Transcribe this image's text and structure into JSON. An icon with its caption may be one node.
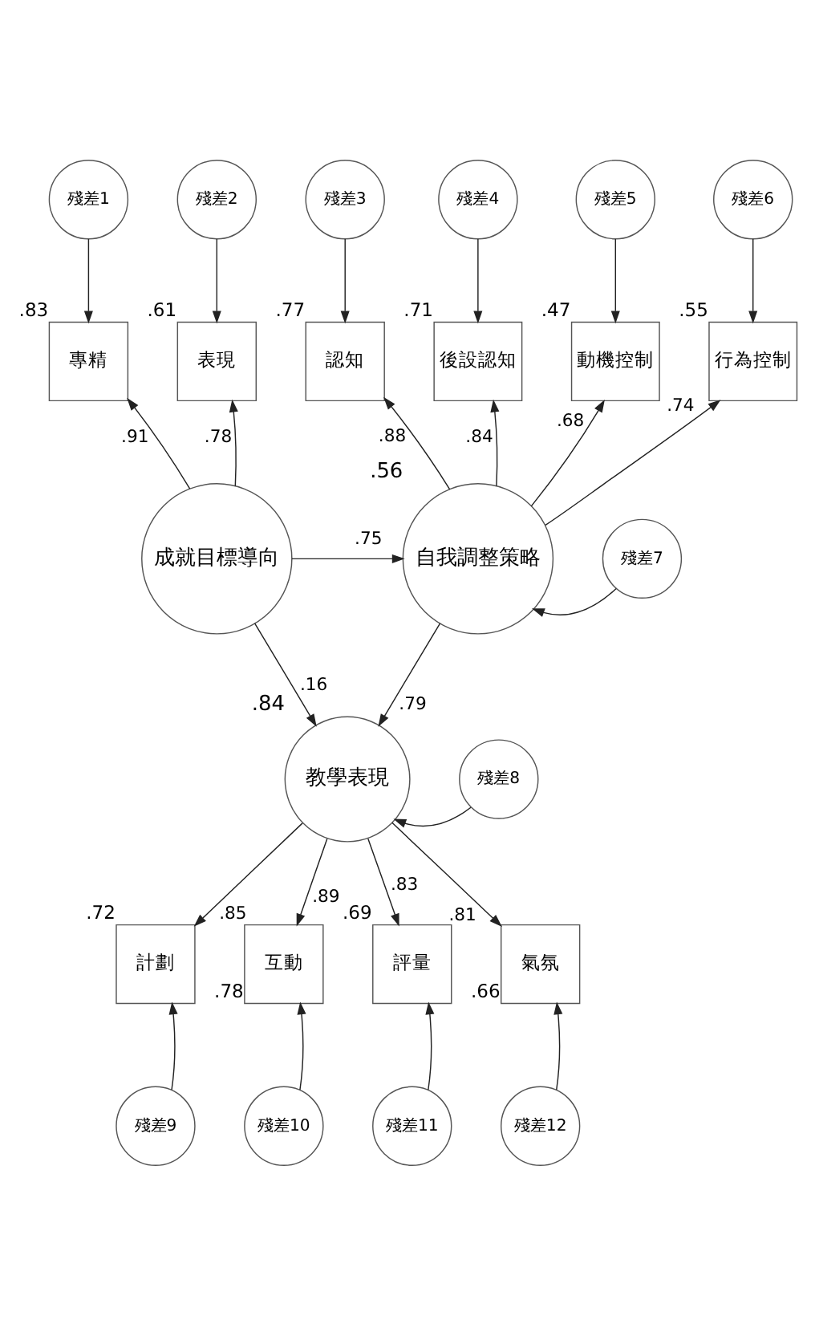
{
  "diagram": {
    "nodes": [
      {
        "text": [
          "殘差1"
        ]
      },
      {
        "text": [
          "殘差2"
        ]
      },
      {
        "text": [
          "殘差3"
        ]
      },
      {
        "text": [
          "殘差4"
        ]
      },
      {
        "text": [
          "殘差5"
        ]
      },
      {
        "text": [
          "殘差6"
        ]
      },
      {
        "text": [
          "專精"
        ],
        "beside": [
          ".83"
        ]
      },
      {
        "text": [
          "表現"
        ],
        "beside": [
          ".61"
        ]
      },
      {
        "text": [
          "認知"
        ],
        "beside": [
          ".77"
        ]
      },
      {
        "text": [
          "後設認知"
        ],
        "beside": [
          ".71"
        ]
      },
      {
        "text": [
          "動機控制"
        ],
        "beside": [
          ".47"
        ]
      },
      {
        "text": [
          "行為控制"
        ],
        "beside": [
          ".55"
        ]
      },
      {
        "text": [
          "成就目標導向"
        ]
      },
      {
        "text": [
          "自我調整策略"
        ],
        "beside": [
          ".56"
        ]
      },
      {
        "text": [
          "殘差7"
        ]
      },
      {
        "text": [
          "教學表現"
        ],
        "beside": [
          ".84"
        ]
      },
      {
        "text": [
          "殘差8"
        ]
      },
      {
        "text": [
          "計劃"
        ],
        "beside": [
          ".72"
        ]
      },
      {
        "text": [
          "互動"
        ],
        "beside": [
          ".78"
        ]
      },
      {
        "text": [
          "評量"
        ],
        "beside": [
          ".69"
        ]
      },
      {
        "text": [
          "氣氛"
        ],
        "beside": [
          ".66"
        ]
      },
      {
        "text": [
          "殘差9"
        ]
      },
      {
        "text": [
          "殘差10"
        ]
      },
      {
        "text": [
          "殘差11"
        ]
      },
      {
        "text": [
          "殘差12"
        ]
      }
    ],
    "edges": [
      {
        "from": 0,
        "to": 6,
        "arrow": "to"
      },
      {
        "from": 1,
        "to": 7,
        "arrow": "to"
      },
      {
        "from": 2,
        "to": 8,
        "arrow": "to"
      },
      {
        "from": 3,
        "to": 9,
        "arrow": "to"
      },
      {
        "from": 4,
        "to": 10,
        "arrow": "to"
      },
      {
        "from": 5,
        "to": 11,
        "arrow": "to"
      },
      {
        "from": 12,
        "to": 6,
        "arrow": "to",
        "label": ".91"
      },
      {
        "from": 12,
        "to": 7,
        "arrow": "to",
        "label": ".78"
      },
      {
        "from": 13,
        "to": 8,
        "arrow": "to",
        "label": ".88"
      },
      {
        "from": 13,
        "to": 9,
        "arrow": "to",
        "label": ".84"
      },
      {
        "from": 13,
        "to": 10,
        "arrow": "to",
        "label": ".68"
      },
      {
        "from": 13,
        "to": 11,
        "arrow": "to",
        "label": ".74"
      },
      {
        "from": 12,
        "to": 13,
        "arrow": "to",
        "label": ".75"
      },
      {
        "from": 14,
        "to": 13,
        "arrow": "to"
      },
      {
        "from": 12,
        "to": 15,
        "arrow": "to",
        "label": ".16"
      },
      {
        "from": 13,
        "to": 15,
        "arrow": "to",
        "label": ".79"
      },
      {
        "from": 16,
        "to": 15,
        "arrow": "to"
      },
      {
        "from": 15,
        "to": 17,
        "arrow": "to",
        "label": ".85"
      },
      {
        "from": 15,
        "to": 18,
        "arrow": "to",
        "label": ".89"
      },
      {
        "from": 15,
        "to": 19,
        "arrow": "to",
        "label": ".83"
      },
      {
        "from": 15,
        "to": 20,
        "arrow": "to",
        "label": ".81"
      },
      {
        "from": 21,
        "to": 17,
        "arrow": "to"
      },
      {
        "from": 22,
        "to": 18,
        "arrow": "to"
      },
      {
        "from": 23,
        "to": 19,
        "arrow": "to"
      },
      {
        "from": 24,
        "to": 20,
        "arrow": "to"
      }
    ]
  }
}
